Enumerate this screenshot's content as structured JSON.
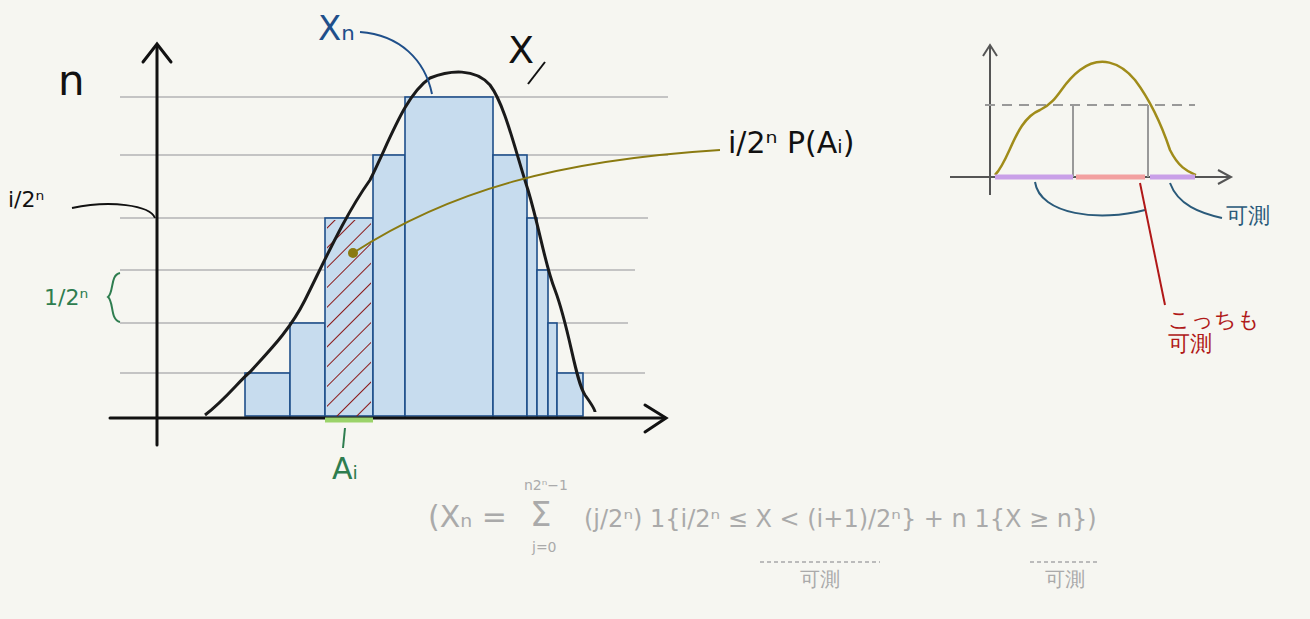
{
  "diagram": {
    "labels": [
      "n",
      "i/2ⁿ",
      "1/2ⁿ",
      "Xₙ",
      "X",
      "i/2ⁿ P(Aᵢ)",
      "Aᵢ",
      "可測",
      "こっちも 可測",
      "(Xₙ =",
      "n2ⁿ−1",
      "Σ",
      "j=0",
      "(j/2ⁿ) 1{i/2ⁿ ≤ X < (i+1)/2ⁿ} + n 1{X ≥ n})",
      "可測",
      "可測"
    ]
  }
}
